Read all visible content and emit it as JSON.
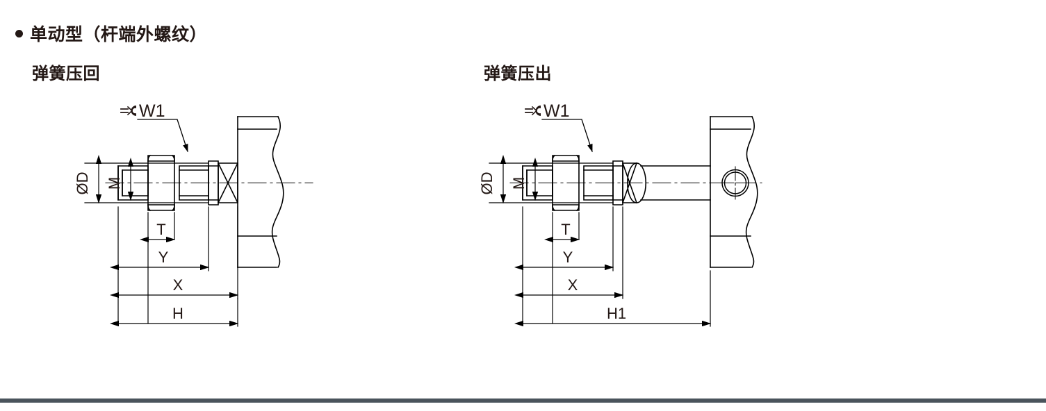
{
  "section": {
    "bullet_icon": "bullet-dot-icon",
    "title": "单动型（杆端外螺纹）"
  },
  "variants": [
    {
      "id": "spring-return",
      "heading": "弹簧压回",
      "wrench_icon": "wrench-icon",
      "labels": {
        "wrench": "W1",
        "outer_diameter": "ØD",
        "thread": "M",
        "thread_length": "T",
        "y": "Y",
        "x": "X",
        "overall": "H"
      }
    },
    {
      "id": "spring-extend",
      "heading": "弹簧压出",
      "wrench_icon": "wrench-icon",
      "labels": {
        "wrench": "W1",
        "outer_diameter": "ØD",
        "thread": "M",
        "thread_length": "T",
        "y": "Y",
        "x": "X",
        "overall": "H1"
      }
    }
  ],
  "colors": {
    "line": "#000000",
    "text": "#231815",
    "rule": "#4a545c"
  }
}
